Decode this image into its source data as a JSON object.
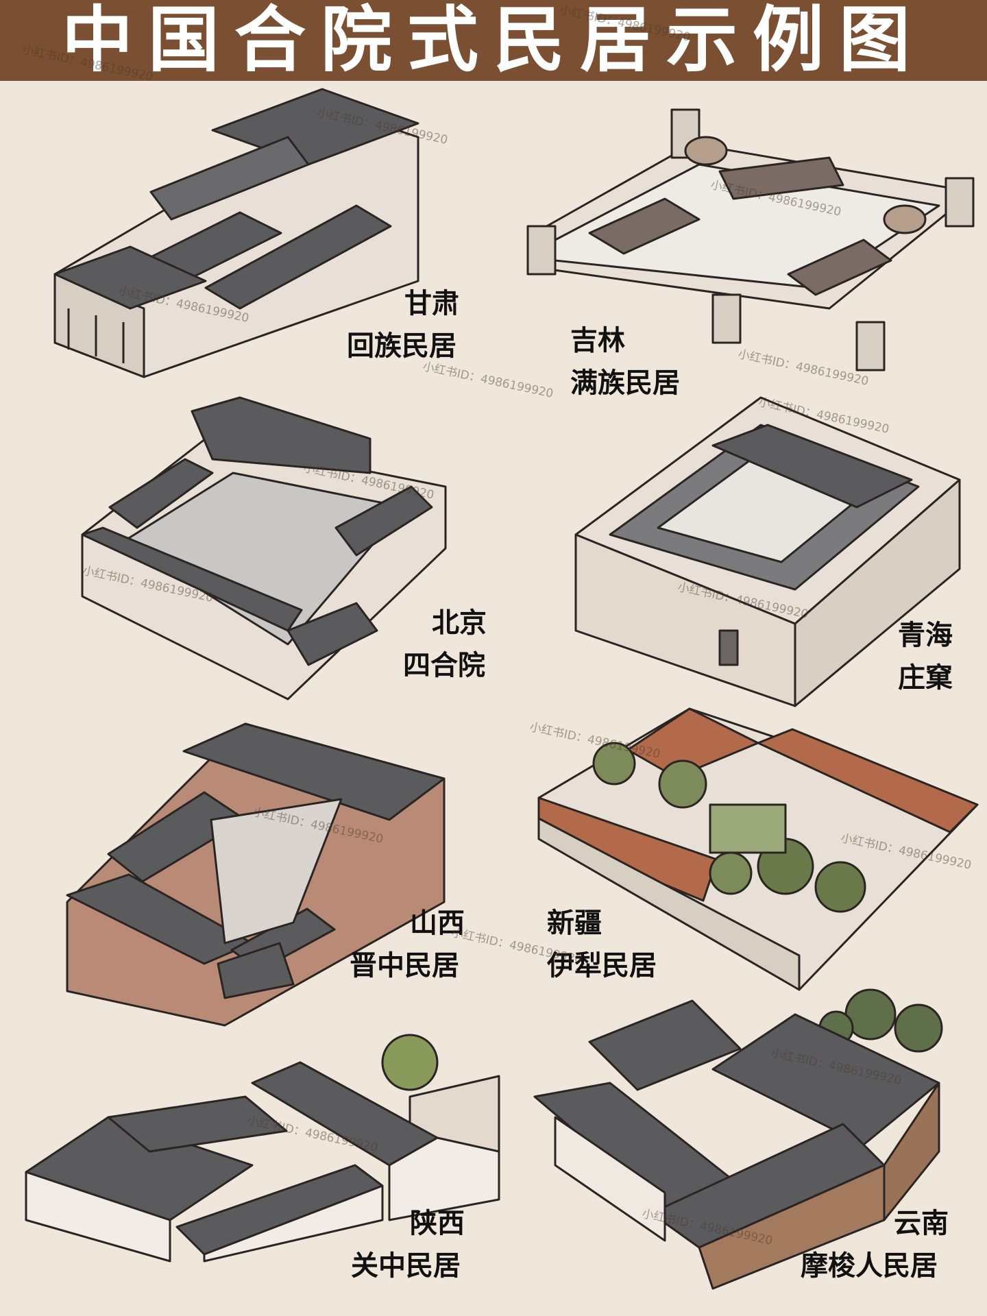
{
  "title": "中国合院式民居示例图",
  "watermark": "小红书ID：4986199920",
  "colors": {
    "banner": "#7a4f32",
    "background": "#efe6dc",
    "roof": "#5b5b5d",
    "wall": "#e8e0d6",
    "outline": "#2a2522"
  },
  "houses": [
    {
      "line1": "甘肃",
      "line2": "回族民居"
    },
    {
      "line1": "吉林",
      "line2": "满族民居"
    },
    {
      "line1": "北京",
      "line2": "四合院"
    },
    {
      "line1": "青海",
      "line2": "庄窠"
    },
    {
      "line1": "山西",
      "line2": "晋中民居"
    },
    {
      "line1": "新疆",
      "line2": "伊犁民居"
    },
    {
      "line1": "陕西",
      "line2": "关中民居"
    },
    {
      "line1": "云南",
      "line2": "摩梭人民居"
    }
  ]
}
